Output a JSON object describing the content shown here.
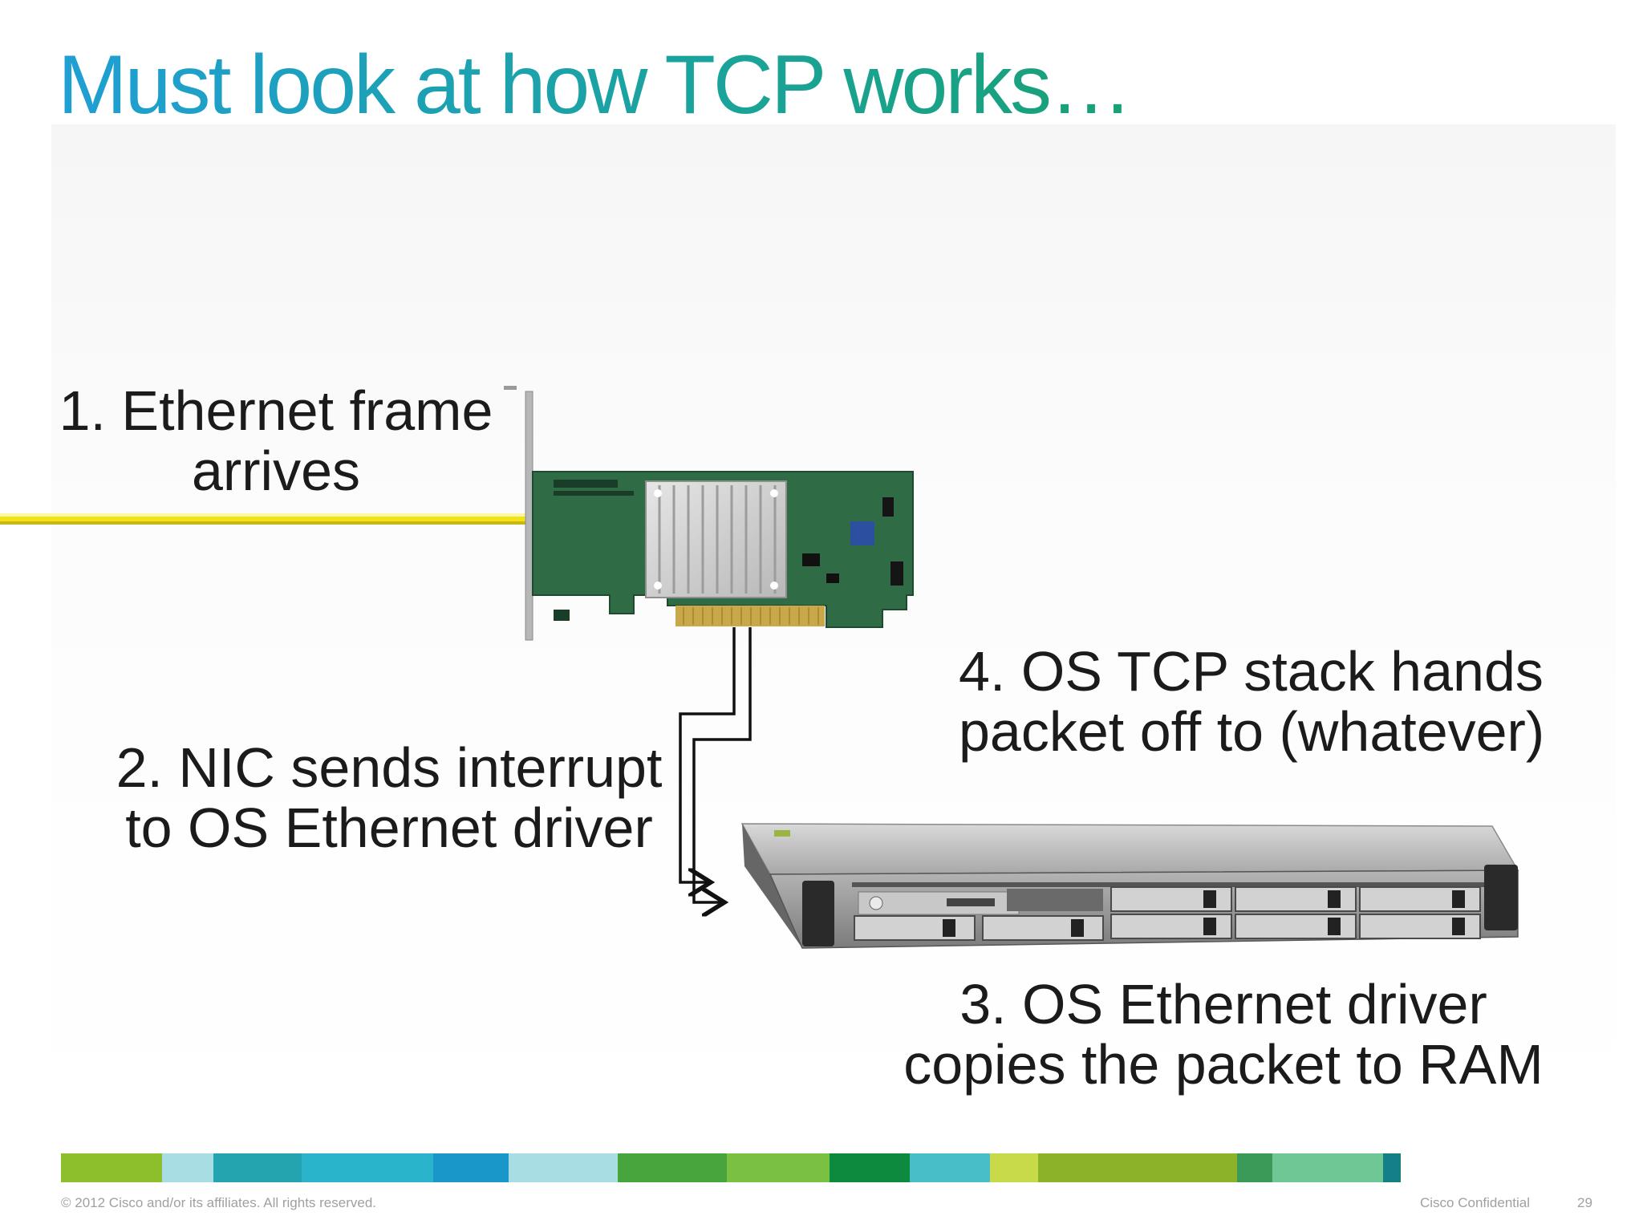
{
  "slide": {
    "title": "Must look at how TCP works…"
  },
  "steps": [
    {
      "line1": "1. Ethernet frame",
      "line2": "arrives"
    },
    {
      "line1": "2. NIC sends interrupt",
      "line2": "to OS Ethernet driver"
    },
    {
      "line1": "3. OS Ethernet driver",
      "line2": "copies the packet to RAM"
    },
    {
      "line1": "4. OS TCP stack hands",
      "line2": "packet off to (whatever)"
    }
  ],
  "footer": {
    "copyright": "© 2012 Cisco and/or its affiliates. All rights reserved.",
    "confidential": "Cisco Confidential",
    "page_number": "29"
  },
  "colors": {
    "title_start": "#1f9fd4",
    "title_end": "#18a06a",
    "cable": "#f2e21c",
    "pcb": "#2f6b45",
    "server_body": "#8f8f8f"
  },
  "color_bar": [
    "#8dbf2c",
    "#a9dde4",
    "#24a4ae",
    "#2ab4cc",
    "#1a97c9",
    "#a8dde3",
    "#48a43d",
    "#79c043",
    "#0e8a3f",
    "#47bec8",
    "#c8d94a",
    "#8cb22a",
    "#3c9a58",
    "#70c796",
    "#157f87"
  ]
}
